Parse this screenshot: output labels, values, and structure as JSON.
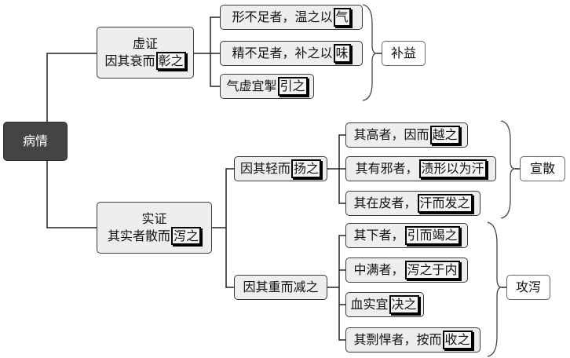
{
  "root": "病情",
  "deficiency": {
    "label": "虚证",
    "principle_pre": "因其衰而",
    "principle_hl": "彰之",
    "items": [
      {
        "pre": "形不足者，温之以",
        "hl": "气"
      },
      {
        "pre": "精不足者，补之以",
        "hl": "味"
      },
      {
        "pre": "气虚宜掣",
        "hl": "引之"
      }
    ],
    "group": "补益"
  },
  "excess": {
    "label": "实证",
    "principle_pre": "其实者散而",
    "principle_hl": "泻之",
    "light": {
      "pre": "因其轻而",
      "hl": "扬之",
      "items": [
        {
          "pre": "其高者，因而",
          "hl": "越之"
        },
        {
          "pre": "其有邪者，",
          "hl": "渍形以为汗"
        },
        {
          "pre": "其在皮者，",
          "hl": "汗而发之"
        }
      ],
      "group": "宣散"
    },
    "heavy": {
      "label": "因其重而减之",
      "items": [
        {
          "pre": "其下者，",
          "hl": "引而竭之"
        },
        {
          "pre": "中满者，",
          "hl": "泻之于内"
        },
        {
          "pre": "血实宜",
          "hl": "决之"
        },
        {
          "pre": "其剽悍者，按而",
          "hl": "收之"
        }
      ],
      "group": "攻泻"
    }
  }
}
